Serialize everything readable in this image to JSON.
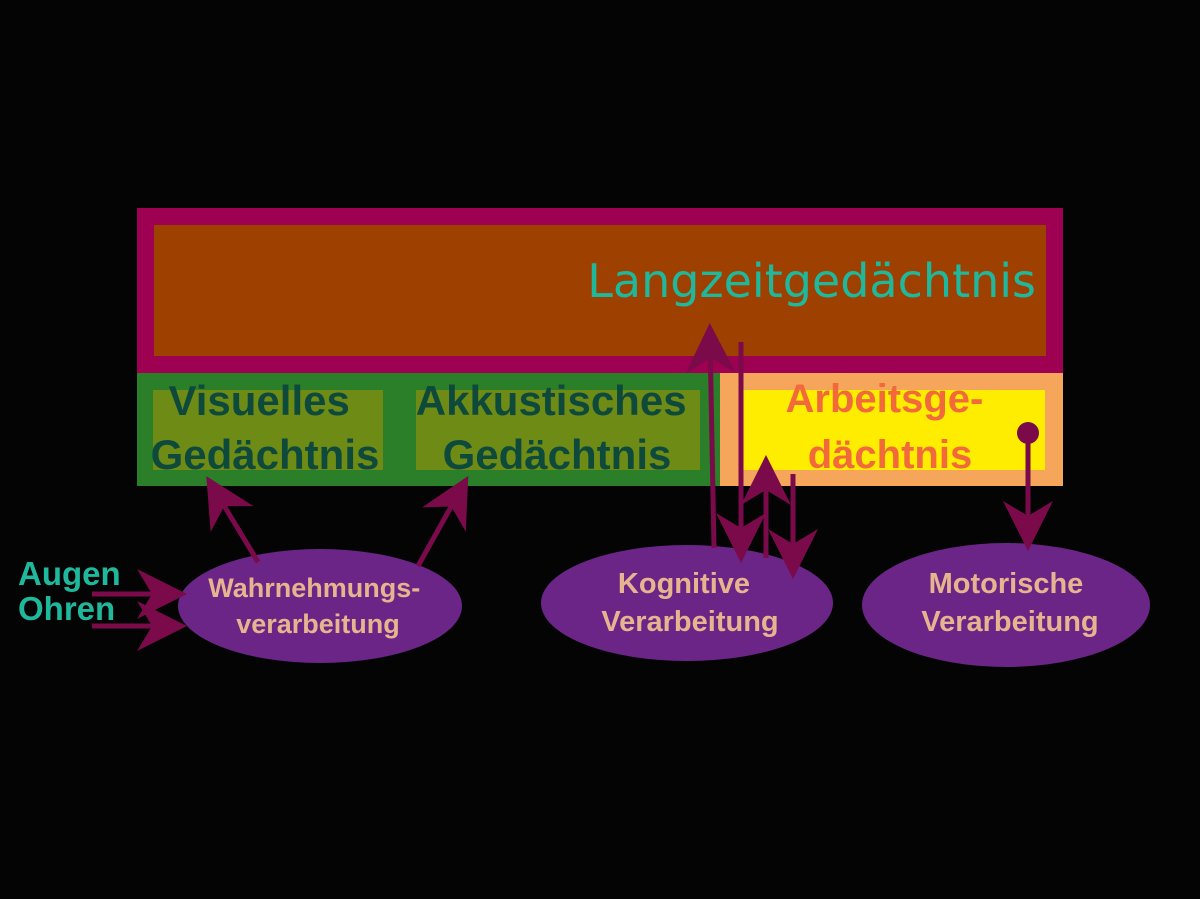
{
  "colors": {
    "background": "#040404",
    "ltm_border": "#9e0052",
    "ltm_fill": "#9e4000",
    "ltm_text": "#1fb89c",
    "sensory_outer": "#2b7f28",
    "sensory_inner": "#6e8b16",
    "sensory_text": "#0e4a3c",
    "working_outer": "#f5a65a",
    "working_inner": "#ffed00",
    "working_text": "#f26a3c",
    "ellipse_fill": "#6b2586",
    "ellipse_text": "#e6b58f",
    "arrow": "#7a0a4a",
    "input_text": "#1fb89c"
  },
  "memory": {
    "long_term": "Langzeitgedächtnis",
    "visual": [
      "Visuelles",
      "Gedächtnis"
    ],
    "acoustic": [
      "Akkustisches",
      "Gedächtnis"
    ],
    "working": [
      "Arbeitsge-",
      "dächtnis"
    ]
  },
  "processing": {
    "perception": [
      "Wahrnehmungs-",
      "verarbeitung"
    ],
    "cognitive": [
      "Kognitive",
      "Verarbeitung"
    ],
    "motor": [
      "Motorische",
      "Verarbeitung"
    ]
  },
  "inputs": {
    "eyes": "Augen",
    "ears": "Ohren"
  }
}
